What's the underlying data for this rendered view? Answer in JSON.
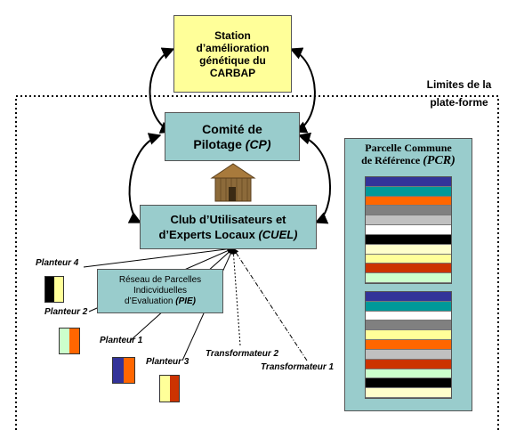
{
  "station": {
    "line1": "Station",
    "line2": "d’amélioration",
    "line3": "génétique du",
    "line4": "CARBAP"
  },
  "limits": {
    "line1": "Limites de la",
    "line2": "plate-forme"
  },
  "cp": {
    "line1": "Comité de",
    "line2a": "Pilotage ",
    "line2b": "(CP)"
  },
  "cuel": {
    "line1": "Club d’Utilisateurs et",
    "line2a": "d’Experts Locaux ",
    "line2b": "(CUEL)"
  },
  "pcr": {
    "line1": "Parcelle Commune",
    "line2a": "de Référence ",
    "line2b": "(PCR)"
  },
  "pie": {
    "line1": "Réseau de Parcelles",
    "line2": "Indicviduelles",
    "line3a": "d’Evaluation ",
    "line3b": "(PIE)"
  },
  "actors": {
    "planteur4": "Planteur 4",
    "planteur2": "Planteur 2",
    "planteur1": "Planteur 1",
    "planteur3": "Planteur 3",
    "transformateur2": "Transformateur 2",
    "transformateur1": "Transformateur 1"
  },
  "colors": {
    "yellow_box": "#ffff99",
    "teal_box": "#99cccc",
    "stripes_top": [
      "#333399",
      "#009999",
      "#ff6600",
      "#808080",
      "#c0c0c0",
      "#ffffff",
      "#000000",
      "#ffffcc",
      "#ffff99",
      "#cc3300",
      "#ccffcc"
    ],
    "stripes_bottom": [
      "#333399",
      "#009999",
      "#ffffff",
      "#808080",
      "#ffff99",
      "#ff6600",
      "#c0c0c0",
      "#cc3300",
      "#ccffcc",
      "#000000",
      "#ffffcc"
    ],
    "flag_planteur4": [
      "#000000",
      "#ffff99"
    ],
    "flag_planteur2": [
      "#ccffcc",
      "#ff6600"
    ],
    "flag_planteur1": [
      "#333399",
      "#ff6600"
    ],
    "flag_planteur3": [
      "#ffff99",
      "#cc3300"
    ]
  }
}
